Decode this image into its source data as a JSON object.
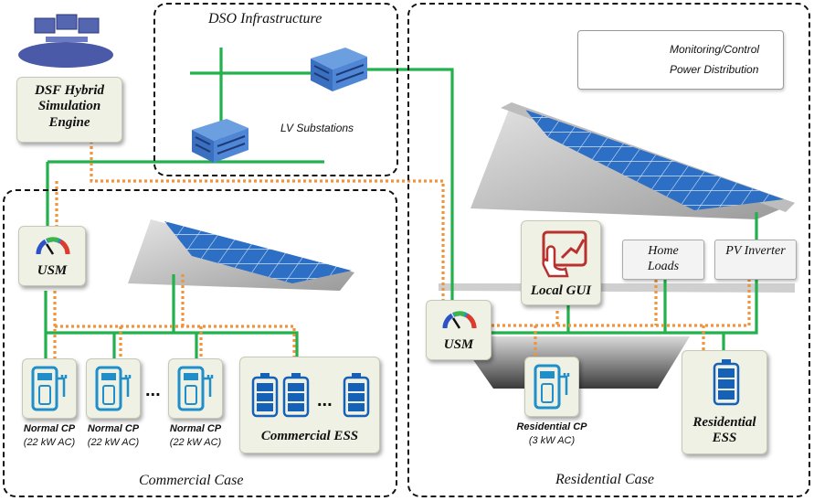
{
  "colors": {
    "monitoring": "#f0943c",
    "power": "#22b14c",
    "card_bg": "#eef1e3",
    "charger_blue": "#1f8ec9",
    "battery_blue": "#1561b8",
    "gui_red": "#b8312f",
    "solar_blue": "#2c6fc4"
  },
  "legend": {
    "monitoring_label": "Monitoring/Control",
    "power_label": "Power Distribution"
  },
  "regions": {
    "dso_title": "DSO Infrastructure",
    "commercial_title": "Commercial Case",
    "residential_title": "Residential Case"
  },
  "dsf": {
    "label": "DSF Hybrid Simulation Engine",
    "icon": "workstation-icon"
  },
  "dso": {
    "substations_label": "LV Substations",
    "icon": "building-icon"
  },
  "commercial": {
    "usm_label": "USM",
    "chargers": [
      {
        "label": "Normal CP",
        "sub": "(22 kW AC)"
      },
      {
        "label": "Normal CP",
        "sub": "(22 kW AC)"
      },
      {
        "label": "Normal CP",
        "sub": "(22 kW AC)"
      }
    ],
    "ellipsis": "...",
    "ess_label": "Commercial ESS"
  },
  "residential": {
    "usm_label": "USM",
    "gui_label": "Local GUI",
    "home_loads_label": "Home Loads",
    "pv_inverter_label": "PV Inverter",
    "cp_label": "Residential CP",
    "cp_sub": "(3 kW AC)",
    "ess_label": "Residential ESS"
  }
}
